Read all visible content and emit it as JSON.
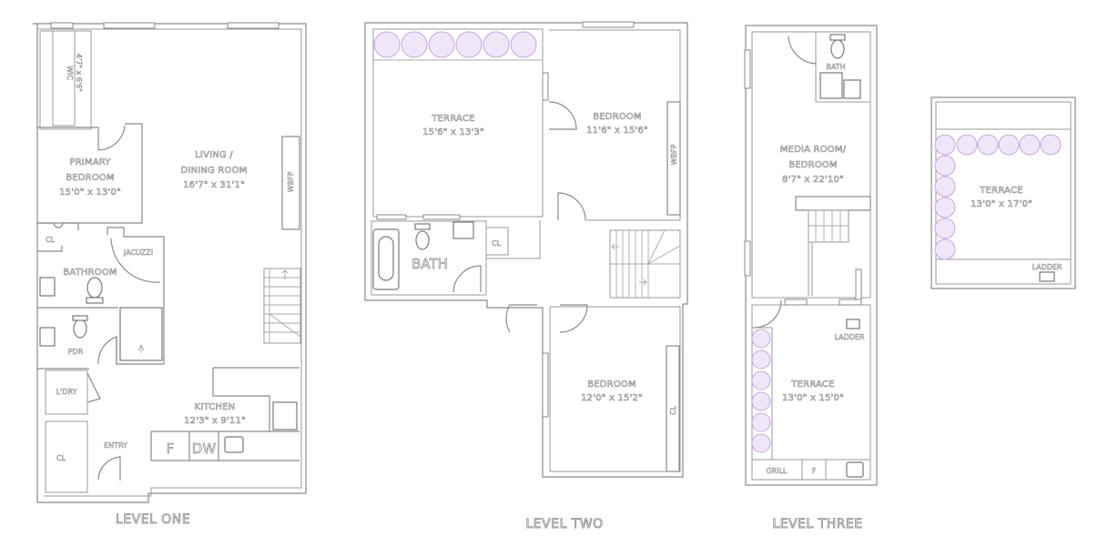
{
  "plan": {
    "accent_plant_color": "#c7a6e6",
    "line_color": "#8a8a8a"
  },
  "level_one": {
    "title": "LEVEL ONE",
    "rooms": {
      "wic": {
        "name": "WIC",
        "dims": "4'7\" x 6'6\""
      },
      "primary_bedroom": {
        "name_line1": "PRIMARY",
        "name_line2": "BEDROOM",
        "dims": "15'0\" x 13'0\""
      },
      "living": {
        "name_line1": "LIVING /",
        "name_line2": "DINING ROOM",
        "dims": "16'7\" x 31'1\""
      },
      "wbfp": {
        "name": "WBFP"
      },
      "cl_bed": {
        "name": "CL"
      },
      "jacuzzi": {
        "name": "JACUZZI"
      },
      "bathroom": {
        "name": "BATHROOM"
      },
      "pdr": {
        "name": "PDR"
      },
      "ldry": {
        "name": "L'DRY"
      },
      "kitchen": {
        "name": "KITCHEN",
        "dims": "12'3\" x 9'11\""
      },
      "entry": {
        "name": "ENTRY"
      },
      "cl_entry": {
        "name": "CL"
      },
      "fridge": {
        "name": "F"
      },
      "dishwasher": {
        "name": "DW"
      }
    }
  },
  "level_two": {
    "title": "LEVEL TWO",
    "rooms": {
      "terrace": {
        "name": "TERRACE",
        "dims": "15'6\" x 13'3\""
      },
      "bedroom_a": {
        "name": "BEDROOM",
        "dims": "11'6\" x 15'6\""
      },
      "wbfp": {
        "name": "WBFP"
      },
      "bath": {
        "name": "BATH"
      },
      "cl": {
        "name": "CL"
      },
      "bedroom_b": {
        "name": "BEDROOM",
        "dims": "12'0\" x 15'2\""
      },
      "closet_b": {
        "name": "CL"
      }
    }
  },
  "level_three": {
    "title": "LEVEL THREE",
    "rooms": {
      "bath": {
        "name": "BATH"
      },
      "media": {
        "name_line1": "MEDIA ROOM/",
        "name_line2": "BEDROOM",
        "dims": "8'7\" x 22'10\""
      },
      "terrace": {
        "name": "TERRACE",
        "dims": "13'0\" x 15'0\""
      },
      "ladder": {
        "name": "LADDER"
      },
      "grill": {
        "name": "GRILL"
      },
      "fridge": {
        "name": "F"
      }
    }
  },
  "roof": {
    "rooms": {
      "terrace": {
        "name": "TERRACE",
        "dims": "13'0\" x 17'0\""
      },
      "ladder": {
        "name": "LADDER"
      }
    }
  }
}
